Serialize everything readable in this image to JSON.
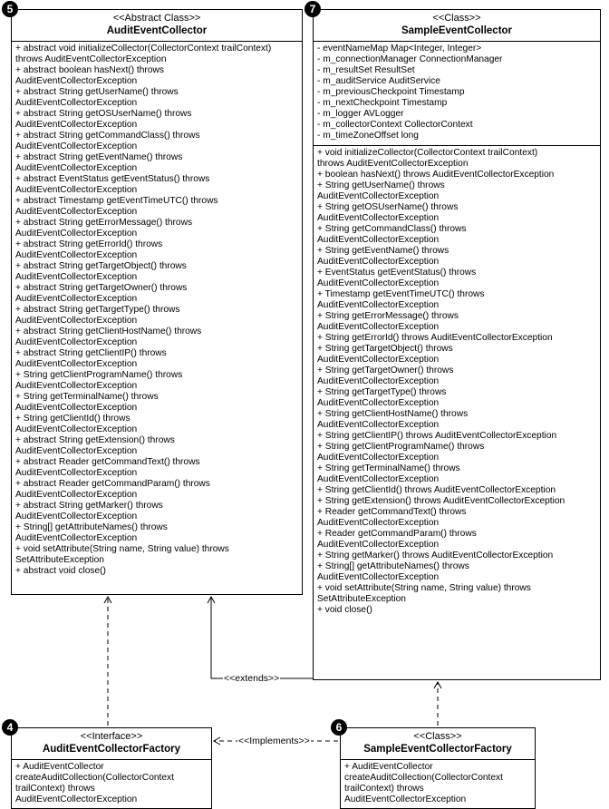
{
  "abstract_collector": {
    "badge": "5",
    "stereotype": "<<Abstract Class>>",
    "name": "AuditEventCollector",
    "methods": [
      "+ abstract void initializeCollector(CollectorContext trailContext)",
      "throws AuditEventCollectorException",
      "+ abstract boolean hasNext() throws",
      "AuditEventCollectorException",
      "+ abstract String getUserName() throws",
      "AuditEventCollectorException",
      "+ abstract String getOSUserName() throws",
      "AuditEventCollectorException",
      "+ abstract String getCommandClass() throws",
      "AuditEventCollectorException",
      "+ abstract String getEventName() throws",
      "AuditEventCollectorException",
      "+ abstract EventStatus getEventStatus() throws",
      "AuditEventCollectorException",
      "+ abstract Timestamp getEventTimeUTC() throws",
      "AuditEventCollectorException",
      "+ abstract String getErrorMessage() throws",
      "AuditEventCollectorException",
      "+ abstract String getErrorId() throws",
      "AuditEventCollectorException",
      "+ abstract String getTargetObject() throws",
      "AuditEventCollectorException",
      "+ abstract String getTargetOwner() throws",
      "AuditEventCollectorException",
      "+ abstract String getTargetType() throws",
      "AuditEventCollectorException",
      "+ abstract String getClientHostName() throws",
      "AuditEventCollectorException",
      "+ abstract String getClientIP() throws",
      "AuditEventCollectorException",
      "+ String getClientProgramName() throws",
      "AuditEventCollectorException",
      "+ String getTerminalName() throws",
      "AuditEventCollectorException",
      "+ String getClientId() throws",
      "AuditEventCollectorException",
      "+ abstract String getExtension() throws",
      "AuditEventCollectorException",
      "+ abstract Reader getCommandText() throws",
      "AuditEventCollectorException",
      "+ abstract Reader getCommandParam() throws",
      "AuditEventCollectorException",
      "+ abstract String getMarker() throws",
      "AuditEventCollectorException",
      "+ String[] getAttributeNames() throws",
      "AuditEventCollectorException",
      "+ void setAttribute(String name, String value) throws",
      "SetAttributeException",
      "+ abstract void close()"
    ]
  },
  "sample_collector": {
    "badge": "7",
    "stereotype": "<<Class>>",
    "name": "SampleEventCollector",
    "attributes": [
      "- eventNameMap Map<Integer, Integer>",
      "- m_connectionManager ConnectionManager",
      "- m_resultSet ResultSet",
      "- m_auditService AuditService",
      "- m_previousCheckpoint Timestamp",
      "- m_nextCheckpoint Timestamp",
      "- m_logger AVLogger",
      "- m_collectorContext CollectorContext",
      "- m_timeZoneOffset long"
    ],
    "methods": [
      "+ void initializeCollector(CollectorContext trailContext)",
      "throws AuditEventCollectorException",
      "+ boolean hasNext() throws AuditEventCollectorException",
      "+ String getUserName() throws",
      "AuditEventCollectorException",
      "+ String getOSUserName() throws",
      "AuditEventCollectorException",
      "+ String getCommandClass() throws",
      "AuditEventCollectorException",
      "+ String getEventName() throws",
      "AuditEventCollectorException",
      "+ EventStatus getEventStatus() throws",
      "AuditEventCollectorException",
      "+ Timestamp getEventTimeUTC() throws",
      "AuditEventCollectorException",
      "+ String getErrorMessage() throws",
      "AuditEventCollectorException",
      "+ String getErrorId() throws AuditEventCollectorException",
      "+ String getTargetObject() throws",
      "AuditEventCollectorException",
      "+ String getTargetOwner() throws",
      "AuditEventCollectorException",
      "+ String getTargetType() throws",
      "AuditEventCollectorException",
      "+ String getClientHostName() throws",
      "AuditEventCollectorException",
      "+ String getClientIP() throws AuditEventCollectorException",
      "+ String getClientProgramName() throws",
      "AuditEventCollectorException",
      "+ String getTerminalName() throws",
      "AuditEventCollectorException",
      "+ String getClientId() throws AuditEventCollectorException",
      "+ String getExtension() throws AuditEventCollectorException",
      "+ Reader getCommandText() throws",
      "AuditEventCollectorException",
      "+ Reader getCommandParam() throws",
      "AuditEventCollectorException",
      "+ String getMarker() throws AuditEventCollectorException",
      "+ String[] getAttributeNames() throws",
      "AuditEventCollectorException",
      "+ void setAttribute(String name, String value) throws",
      "SetAttributeException",
      "+ void close()"
    ]
  },
  "factory_interface": {
    "badge": "4",
    "stereotype": "<<Interface>>",
    "name": "AuditEventCollectorFactory",
    "methods": [
      "+ AuditEventCollector",
      "createAuditCollection(CollectorContext",
      "trailContext) throws",
      "AuditEventCollectorException"
    ]
  },
  "sample_factory": {
    "badge": "6",
    "stereotype": "<<Class>>",
    "name": "SampleEventCollectorFactory",
    "methods": [
      "+ AuditEventCollector",
      "createAuditCollection(CollectorContext",
      "trailContext) throws",
      "AuditEventCollectorException"
    ]
  },
  "relations": {
    "extends_label": "<<extends>>",
    "implements_label": "<<Implements>>"
  }
}
